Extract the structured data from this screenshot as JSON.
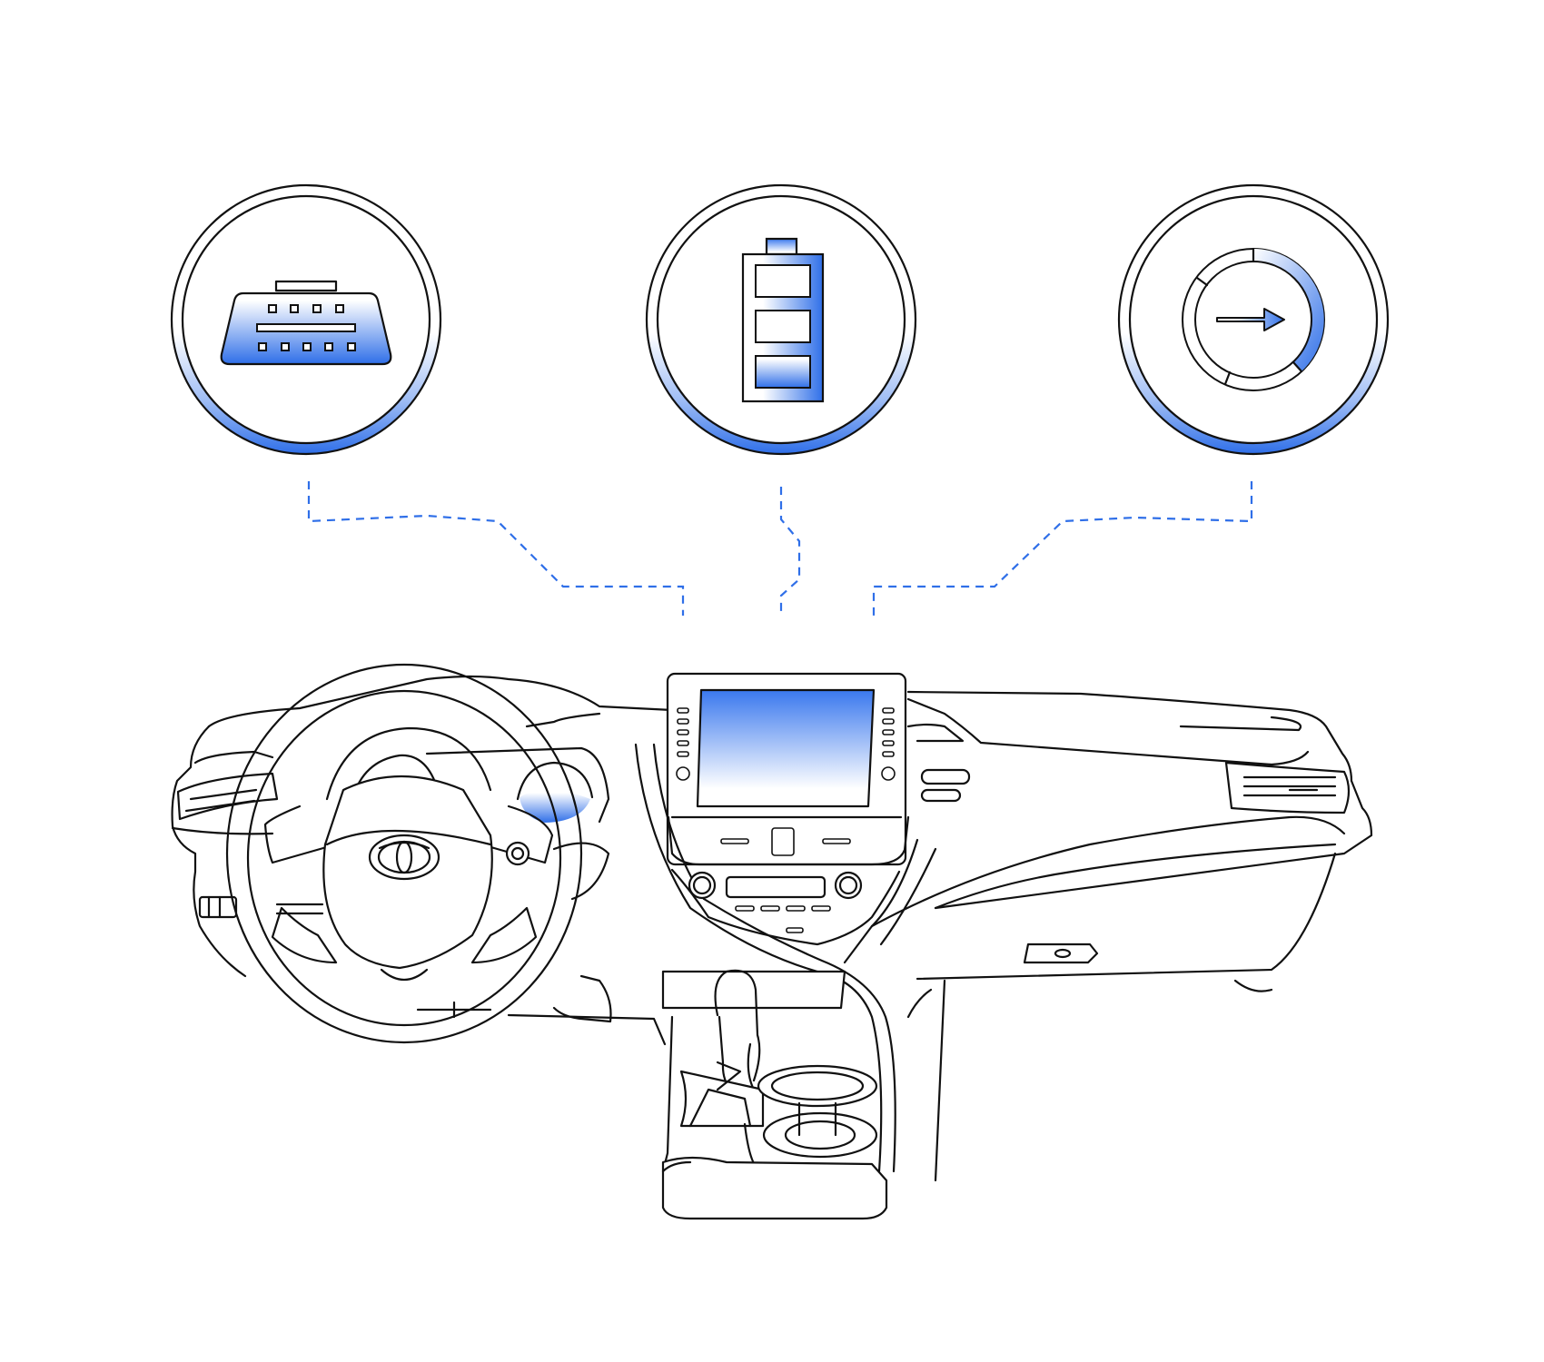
{
  "illustration": {
    "accent_color": "#2f6fe8",
    "line_color": "#111111",
    "background": "#ffffff",
    "icons": [
      {
        "name": "obd-port-icon"
      },
      {
        "name": "battery-icon",
        "charge_level": 0.33
      },
      {
        "name": "progress-ring-arrow-icon",
        "progress": 0.33
      }
    ],
    "connectors": [
      "dashed-connector-left",
      "dashed-connector-middle",
      "dashed-connector-right"
    ],
    "scene": "car-dashboard-icon"
  }
}
